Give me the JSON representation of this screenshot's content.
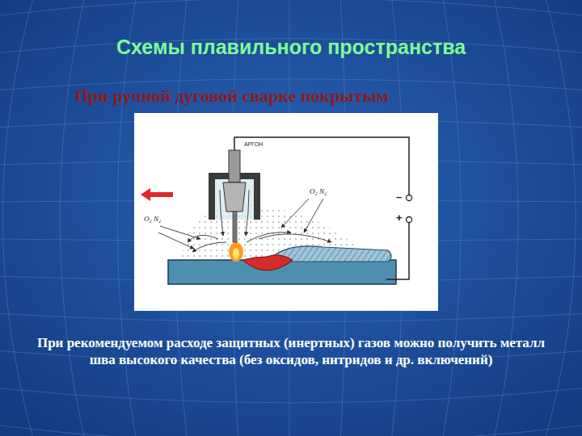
{
  "diagram": {
    "title": "Схемы плавильного пространства",
    "caption": "При рекомендуемом расходе защитных (инертных) газов можно получить металл шва высокого качества (без оксидов, нитридов и др. включений)",
    "labels": [
      "При ручной дуговой сварке покрытым",
      "АРГОН",
      "O₂ N₂",
      "O₂ N₂",
      "–",
      "+"
    ]
  }
}
